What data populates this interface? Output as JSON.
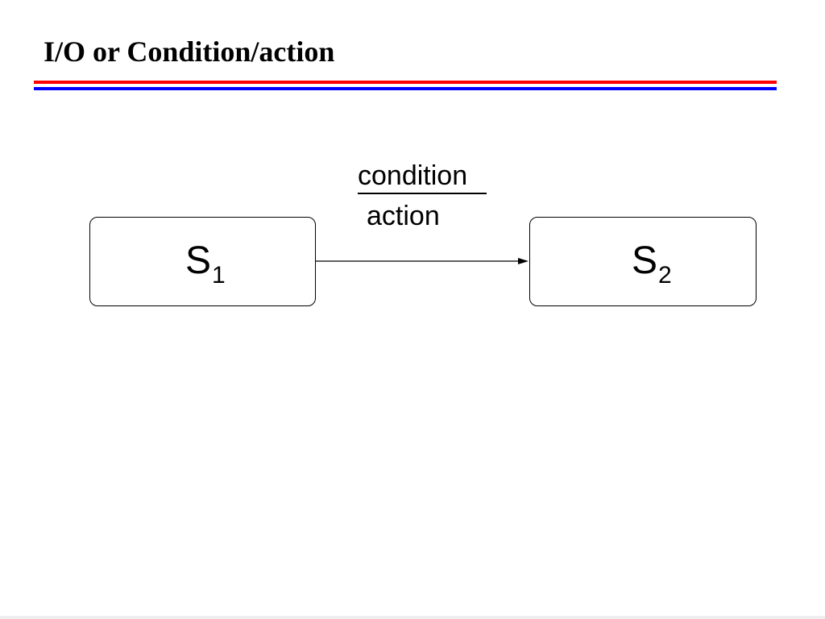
{
  "slide": {
    "title": "I/O or Condition/action",
    "rule_colors": {
      "top": "#ff0000",
      "bottom": "#0000ff"
    }
  },
  "diagram": {
    "states": [
      {
        "name": "S",
        "subscript": "1"
      },
      {
        "name": "S",
        "subscript": "2"
      }
    ],
    "transition": {
      "condition": "condition",
      "action": "action"
    }
  }
}
